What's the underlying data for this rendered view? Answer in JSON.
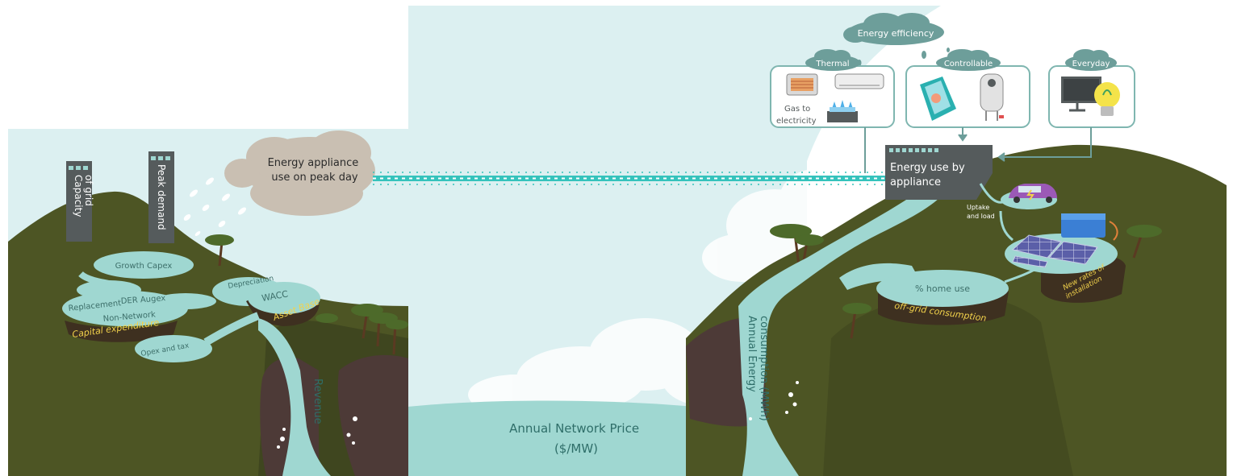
{
  "left_panel": {
    "buildings": {
      "capacity": [
        "Capacity",
        "of grid"
      ],
      "peak_demand": "Peak demand"
    },
    "cloud_label": [
      "Energy appliance",
      "use on peak day"
    ],
    "pools": {
      "growth_capex": "Growth Capex",
      "replacement": "Replacement",
      "der_augex": "DER Augex",
      "non_network": "Non-Network",
      "capital_expenditure": "Capital expenditure",
      "depreciation": "Depreciation",
      "wacc": "WACC",
      "asset_base": "Asset Base",
      "opex_and_tax": "Opex and tax"
    },
    "revenue": "Revenue"
  },
  "center_panel": {
    "price_label": [
      "Annual Network Price",
      "($/MW)"
    ]
  },
  "right_panel": {
    "energy_efficiency": "Energy efficiency",
    "groups": {
      "thermal": "Thermal",
      "controllable": "Controllable",
      "everyday": "Everyday"
    },
    "gas_to_electricity": [
      "Gas to",
      "electricity"
    ],
    "energy_use_label": [
      "Energy use by",
      "appliance"
    ],
    "uptake_and_load": [
      "Uptake",
      "and load"
    ],
    "new_rates": [
      "New rates of",
      "installation"
    ],
    "home_use": "% home use",
    "off_grid": "off-grid consumption",
    "annual_energy": [
      "Annual Energy",
      "consumption (MWh)"
    ]
  },
  "colors": {
    "sky": "#dcf0f1",
    "grass": "#4d5524",
    "grass_dark": "#3e4520",
    "water": "#9fd7d1",
    "water_dark": "#6fbeb7",
    "rock": "#4d3a37",
    "building": "#555b5c",
    "cloud": "#c9bfb2",
    "cloud_teal": "#6d9e9a",
    "pipe": "#35c3bc",
    "label_yellow": "#f2d24b",
    "panel_border": "#7fb6b0"
  }
}
